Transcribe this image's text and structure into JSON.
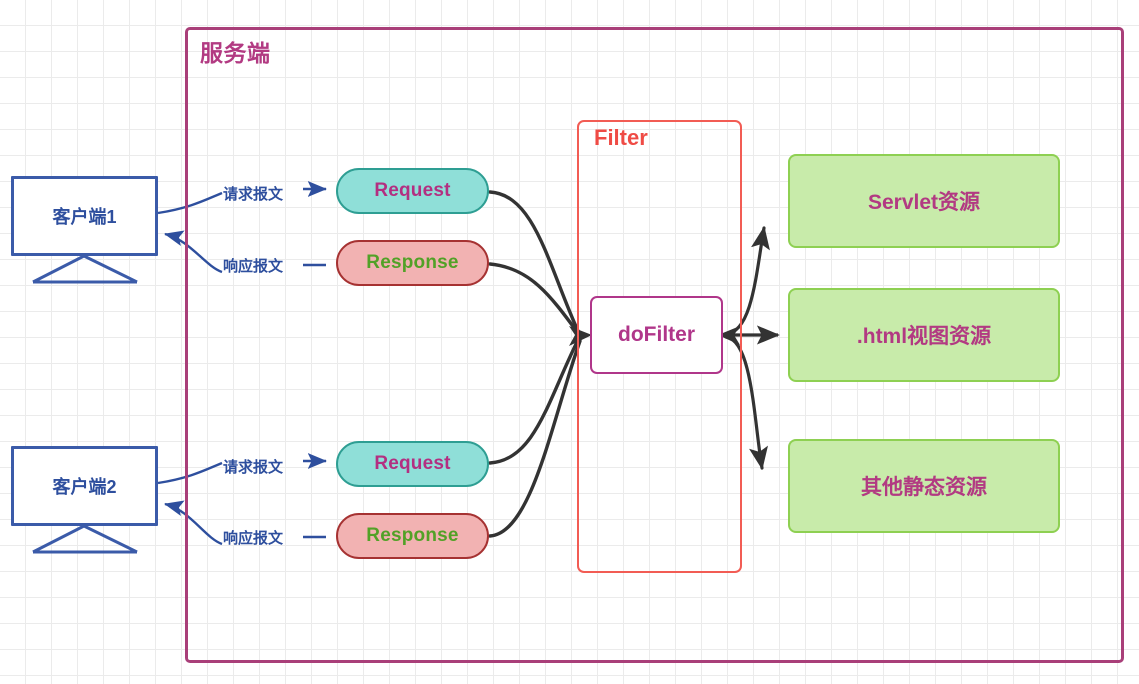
{
  "diagram": {
    "title_visible": false,
    "containers": {
      "server": {
        "label": "服务端",
        "border_color": "#a93f79"
      },
      "filter": {
        "label": "Filter",
        "border_color": "#f25c54"
      }
    },
    "clients": [
      {
        "label": "客户端1"
      },
      {
        "label": "客户端2"
      }
    ],
    "messages": [
      {
        "request_label": "请求报文",
        "response_label": "响应报文"
      },
      {
        "request_label": "请求报文",
        "response_label": "响应报文"
      }
    ],
    "pills": [
      {
        "request": "Request",
        "response": "Response"
      },
      {
        "request": "Request",
        "response": "Response"
      }
    ],
    "dofilter": {
      "label": "doFilter",
      "border_color": "#b0368a"
    },
    "resources": [
      {
        "label": "Servlet资源"
      },
      {
        "label": ".html视图资源"
      },
      {
        "label": "其他静态资源"
      }
    ],
    "colors": {
      "grid": "#ebebeb",
      "server_border": "#a93f79",
      "server_label": "#b23a82",
      "filter_border": "#f25c54",
      "filter_label": "#ef4b45",
      "client_border": "#3b5ba9",
      "client_text": "#2e4f9e",
      "request_fill": "#8fdfd8",
      "request_border": "#2e9e93",
      "request_text": "#b32f81",
      "response_fill": "#f2b2b2",
      "response_border": "#a63232",
      "response_text": "#52a127",
      "dofilter_text": "#b0368a",
      "resource_fill": "#c8ebaa",
      "resource_border": "#8ed052",
      "resource_text": "#b23a82",
      "flow_arrow": "#333333",
      "message_arrow": "#2e4f9e"
    }
  }
}
